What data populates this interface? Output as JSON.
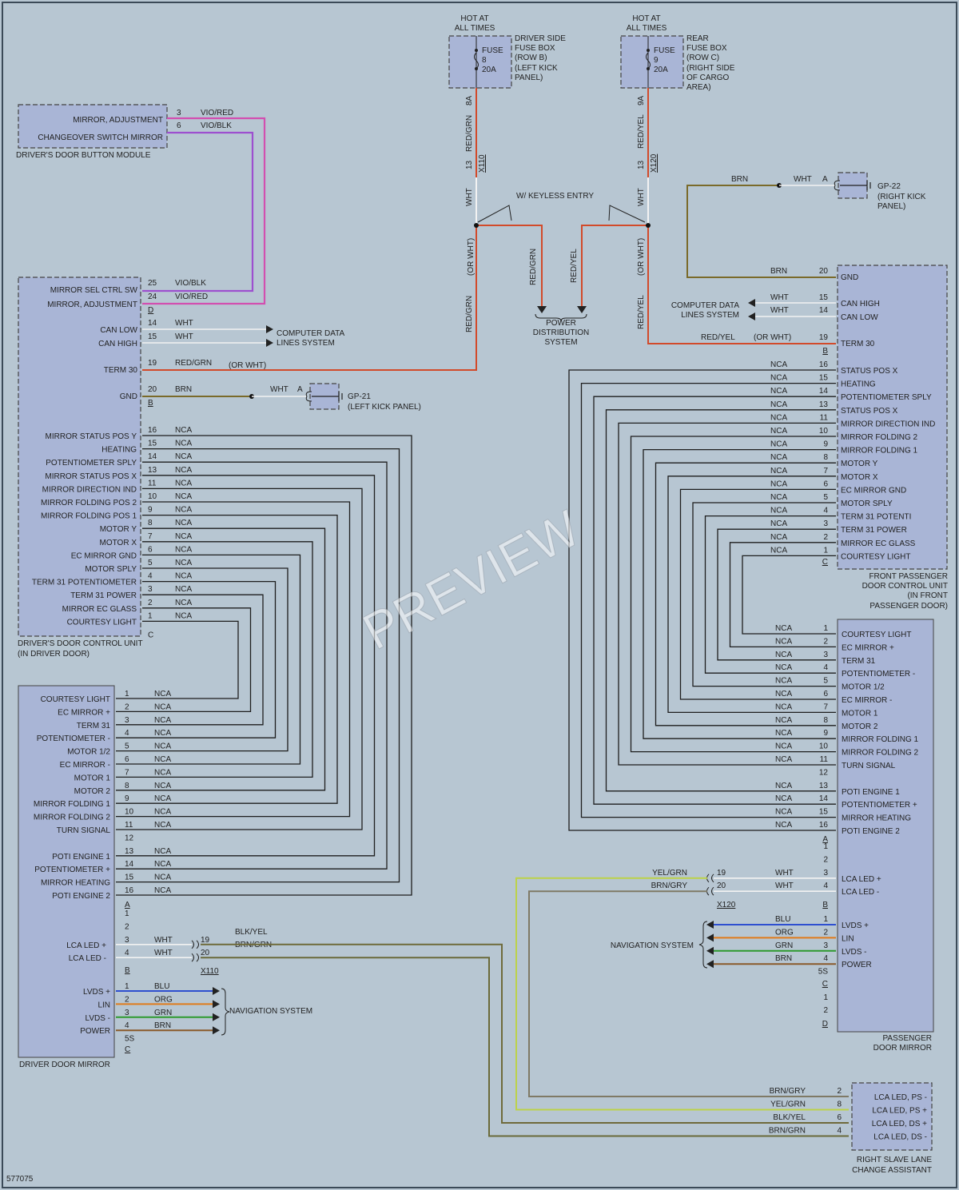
{
  "colors": {
    "background": "#b7c6d2",
    "component": "#a9b5d6",
    "vio_red": "#d24fb0",
    "vio_blk": "#9d4fcf",
    "red_wire": "#d24a2a",
    "brn_wire": "#7a6a2a",
    "wht_wire": "#f2f2f2",
    "nca_wire": "#1e1e1e",
    "blu": "#2e4fd0",
    "org": "#e07a1a",
    "grn": "#2e9a2e",
    "brn": "#8a5a2a",
    "yel_grn": "#bcd24a"
  },
  "figure_id": "577075",
  "watermark": "PREVIEW",
  "fuse_left": {
    "hot": [
      "HOT AT",
      "ALL TIMES"
    ],
    "fuse": [
      "FUSE",
      "8",
      "20A"
    ],
    "desc": [
      "DRIVER SIDE",
      "FUSE BOX",
      "(ROW B)",
      "(LEFT KICK",
      "PANEL)"
    ],
    "pin": "8A",
    "wire": "RED/GRN",
    "pin2": "13",
    "conn": "X110",
    "wht": "WHT",
    "orwht": "(OR WHT)",
    "redgrn": "RED/GRN",
    "redgrn2": "RED/GRN"
  },
  "fuse_right": {
    "hot": [
      "HOT AT",
      "ALL TIMES"
    ],
    "fuse": [
      "FUSE",
      "9",
      "20A"
    ],
    "desc": [
      "REAR",
      "FUSE BOX",
      "(ROW C)",
      "(RIGHT SIDE",
      "OF CARGO",
      "AREA)"
    ],
    "pin": "9A",
    "wire": "RED/YEL",
    "pin2": "13",
    "conn": "X120",
    "wht": "WHT",
    "orwht": "(OR WHT)",
    "redyel": "RED/YEL",
    "redyel2": "RED/YEL"
  },
  "keyless": "W/ KEYLESS ENTRY",
  "power_dist": [
    "POWER",
    "DISTRIBUTION",
    "SYSTEM"
  ],
  "button_module": {
    "name": "DRIVER'S DOOR BUTTON MODULE",
    "pins": [
      {
        "label": "MIRROR, ADJUSTMENT",
        "pin": "3",
        "wire": "VIO/RED"
      },
      {
        "label": "CHANGEOVER SWITCH MIRROR",
        "pin": "6",
        "wire": "VIO/BLK"
      }
    ]
  },
  "gp21": {
    "name": "GP-21",
    "loc": "(LEFT KICK PANEL)",
    "wire": "WHT",
    "pin": "A"
  },
  "gp22": {
    "name": "GP-22",
    "loc": [
      "(RIGHT KICK",
      "PANEL)"
    ],
    "wire": "WHT",
    "pin": "A",
    "brn": "BRN"
  },
  "ddcu": {
    "name": [
      "DRIVER'S DOOR CONTROL UNIT",
      "(IN DRIVER DOOR)"
    ],
    "top": [
      {
        "label": "MIRROR SEL CTRL SW",
        "pin": "25",
        "wire": "VIO/BLK"
      },
      {
        "label": "MIRROR, ADJUSTMENT",
        "pin": "24",
        "wire": "VIO/RED"
      },
      {
        "label": "",
        "pin": "D",
        "wire": ""
      },
      {
        "label": "CAN LOW",
        "pin": "14",
        "wire": "WHT"
      },
      {
        "label": "CAN HIGH",
        "pin": "15",
        "wire": "WHT"
      },
      {
        "label": "TERM 30",
        "pin": "19",
        "wire": "RED/GRN"
      },
      {
        "label": "GND",
        "pin": "20",
        "wire": "BRN"
      },
      {
        "label": "",
        "pin": "B",
        "wire": ""
      }
    ],
    "orwht": "(OR WHT)",
    "can": [
      "COMPUTER DATA",
      "LINES SYSTEM"
    ],
    "conn_c": "C",
    "rows": [
      {
        "label": "MIRROR STATUS POS Y",
        "pin": "16",
        "wire": "NCA"
      },
      {
        "label": "HEATING",
        "pin": "15",
        "wire": "NCA"
      },
      {
        "label": "POTENTIOMETER SPLY",
        "pin": "14",
        "wire": "NCA"
      },
      {
        "label": "MIRROR STATUS POS X",
        "pin": "13",
        "wire": "NCA"
      },
      {
        "label": "MIRROR DIRECTION IND",
        "pin": "11",
        "wire": "NCA"
      },
      {
        "label": "MIRROR FOLDING POS 2",
        "pin": "10",
        "wire": "NCA"
      },
      {
        "label": "MIRROR FOLDING POS 1",
        "pin": "9",
        "wire": "NCA"
      },
      {
        "label": "MOTOR Y",
        "pin": "8",
        "wire": "NCA"
      },
      {
        "label": "MOTOR X",
        "pin": "7",
        "wire": "NCA"
      },
      {
        "label": "EC MIRROR GND",
        "pin": "6",
        "wire": "NCA"
      },
      {
        "label": "MOTOR SPLY",
        "pin": "5",
        "wire": "NCA"
      },
      {
        "label": "TERM 31 POTENTIOMETER",
        "pin": "4",
        "wire": "NCA"
      },
      {
        "label": "TERM 31 POWER",
        "pin": "3",
        "wire": "NCA"
      },
      {
        "label": "MIRROR EC GLASS",
        "pin": "2",
        "wire": "NCA"
      },
      {
        "label": "COURTESY LIGHT",
        "pin": "1",
        "wire": "NCA"
      }
    ]
  },
  "dmirror": {
    "name": "DRIVER DOOR MIRROR",
    "rows": [
      {
        "label": "COURTESY LIGHT",
        "pin": "1",
        "wire": "NCA"
      },
      {
        "label": "EC MIRROR +",
        "pin": "2",
        "wire": "NCA"
      },
      {
        "label": "TERM 31",
        "pin": "3",
        "wire": "NCA"
      },
      {
        "label": "POTENTIOMETER -",
        "pin": "4",
        "wire": "NCA"
      },
      {
        "label": "MOTOR 1/2",
        "pin": "5",
        "wire": "NCA"
      },
      {
        "label": "EC MIRROR -",
        "pin": "6",
        "wire": "NCA"
      },
      {
        "label": "MOTOR 1",
        "pin": "7",
        "wire": "NCA"
      },
      {
        "label": "MOTOR 2",
        "pin": "8",
        "wire": "NCA"
      },
      {
        "label": "MIRROR FOLDING 1",
        "pin": "9",
        "wire": "NCA"
      },
      {
        "label": "MIRROR FOLDING 2",
        "pin": "10",
        "wire": "NCA"
      },
      {
        "label": "TURN SIGNAL",
        "pin": "11",
        "wire": "NCA"
      },
      {
        "label": "",
        "pin": "12",
        "wire": ""
      },
      {
        "label": "POTI ENGINE 1",
        "pin": "13",
        "wire": "NCA"
      },
      {
        "label": "POTENTIOMETER +",
        "pin": "14",
        "wire": "NCA"
      },
      {
        "label": "MIRROR HEATING",
        "pin": "15",
        "wire": "NCA"
      },
      {
        "label": "POTI ENGINE 2",
        "pin": "16",
        "wire": "NCA"
      }
    ],
    "conn_a": "A",
    "b": [
      {
        "label": "",
        "pin": "1",
        "wire": "",
        "cpin": "",
        "cwire": ""
      },
      {
        "label": "",
        "pin": "2",
        "wire": "",
        "cpin": "",
        "cwire": ""
      },
      {
        "label": "LCA LED +",
        "pin": "3",
        "wire": "WHT",
        "cpin": "19",
        "cwire": "BLK/YEL"
      },
      {
        "label": "LCA LED -",
        "pin": "4",
        "wire": "WHT",
        "cpin": "20",
        "cwire": "BRN/GRN"
      }
    ],
    "conn_b": "B",
    "conn_x": "X110",
    "c": [
      {
        "label": "LVDS +",
        "pin": "1",
        "wire": "BLU"
      },
      {
        "label": "LIN",
        "pin": "2",
        "wire": "ORG"
      },
      {
        "label": "LVDS -",
        "pin": "3",
        "wire": "GRN"
      },
      {
        "label": "POWER",
        "pin": "4",
        "wire": "BRN"
      },
      {
        "label": "",
        "pin": "5S",
        "wire": ""
      }
    ],
    "conn_c": "C",
    "nav": "NAVIGATION SYSTEM"
  },
  "fpdcu": {
    "name": [
      "FRONT PASSENGER",
      "DOOR CONTROL UNIT",
      "(IN FRONT",
      "PASSENGER DOOR)"
    ],
    "top": [
      {
        "label": "GND",
        "pin": "20",
        "wire": "BRN"
      },
      {
        "label": "CAN HIGH",
        "pin": "15",
        "wire": "WHT"
      },
      {
        "label": "CAN LOW",
        "pin": "14",
        "wire": "WHT"
      },
      {
        "label": "TERM 30",
        "pin": "19",
        "wire": "RED/YEL"
      }
    ],
    "orwht": "(OR WHT)",
    "can": [
      "COMPUTER DATA",
      "LINES SYSTEM"
    ],
    "conn_b": "B",
    "rows": [
      {
        "label": "STATUS POS X",
        "pin": "16",
        "wire": "NCA"
      },
      {
        "label": "HEATING",
        "pin": "15",
        "wire": "NCA"
      },
      {
        "label": "POTENTIOMETER SPLY",
        "pin": "14",
        "wire": "NCA"
      },
      {
        "label": "STATUS POS X",
        "pin": "13",
        "wire": "NCA"
      },
      {
        "label": "MIRROR DIRECTION IND",
        "pin": "11",
        "wire": "NCA"
      },
      {
        "label": "MIRROR FOLDING 2",
        "pin": "10",
        "wire": "NCA"
      },
      {
        "label": "MIRROR FOLDING 1",
        "pin": "9",
        "wire": "NCA"
      },
      {
        "label": "MOTOR Y",
        "pin": "8",
        "wire": "NCA"
      },
      {
        "label": "MOTOR X",
        "pin": "7",
        "wire": "NCA"
      },
      {
        "label": "EC MIRROR GND",
        "pin": "6",
        "wire": "NCA"
      },
      {
        "label": "MOTOR SPLY",
        "pin": "5",
        "wire": "NCA"
      },
      {
        "label": "TERM 31 POTENTI",
        "pin": "4",
        "wire": "NCA"
      },
      {
        "label": "TERM 31 POWER",
        "pin": "3",
        "wire": "NCA"
      },
      {
        "label": "MIRROR EC GLASS",
        "pin": "2",
        "wire": "NCA"
      },
      {
        "label": "COURTESY LIGHT",
        "pin": "1",
        "wire": "NCA"
      }
    ],
    "conn_c": "C"
  },
  "pmirror": {
    "name": [
      "PASSENGER",
      "DOOR MIRROR"
    ],
    "rows": [
      {
        "label": "COURTESY LIGHT",
        "pin": "1",
        "wire": "NCA"
      },
      {
        "label": "EC MIRROR +",
        "pin": "2",
        "wire": "NCA"
      },
      {
        "label": "TERM 31",
        "pin": "3",
        "wire": "NCA"
      },
      {
        "label": "POTENTIOMETER -",
        "pin": "4",
        "wire": "NCA"
      },
      {
        "label": "MOTOR 1/2",
        "pin": "5",
        "wire": "NCA"
      },
      {
        "label": "EC MIRROR -",
        "pin": "6",
        "wire": "NCA"
      },
      {
        "label": "MOTOR 1",
        "pin": "7",
        "wire": "NCA"
      },
      {
        "label": "MOTOR 2",
        "pin": "8",
        "wire": "NCA"
      },
      {
        "label": "MIRROR FOLDING 1",
        "pin": "9",
        "wire": "NCA"
      },
      {
        "label": "MIRROR FOLDING 2",
        "pin": "10",
        "wire": "NCA"
      },
      {
        "label": "TURN SIGNAL",
        "pin": "11",
        "wire": "NCA"
      },
      {
        "label": "",
        "pin": "12",
        "wire": ""
      },
      {
        "label": "POTI ENGINE 1",
        "pin": "13",
        "wire": "NCA"
      },
      {
        "label": "POTENTIOMETER +",
        "pin": "14",
        "wire": "NCA"
      },
      {
        "label": "MIRROR HEATING",
        "pin": "15",
        "wire": "NCA"
      },
      {
        "label": "POTI ENGINE 2",
        "pin": "16",
        "wire": "NCA"
      }
    ],
    "conn_a": "A",
    "b": [
      {
        "label": "",
        "pin": "1",
        "wire": "",
        "cpin": "",
        "cwire": ""
      },
      {
        "label": "",
        "pin": "2",
        "wire": "",
        "cpin": "",
        "cwire": ""
      },
      {
        "label": "LCA LED +",
        "pin": "3",
        "wire": "WHT",
        "cpin": "19",
        "cwire": "YEL/GRN"
      },
      {
        "label": "LCA LED -",
        "pin": "4",
        "wire": "WHT",
        "cpin": "20",
        "cwire": "BRN/GRY"
      }
    ],
    "conn_b": "B",
    "conn_x": "X120",
    "c": [
      {
        "label": "LVDS +",
        "pin": "1",
        "wire": "BLU"
      },
      {
        "label": "LIN",
        "pin": "2",
        "wire": "ORG"
      },
      {
        "label": "LVDS -",
        "pin": "3",
        "wire": "GRN"
      },
      {
        "label": "POWER",
        "pin": "4",
        "wire": "BRN"
      },
      {
        "label": "",
        "pin": "5S",
        "wire": ""
      }
    ],
    "conn_c": "C",
    "d": [
      {
        "pin": "1"
      },
      {
        "pin": "2"
      }
    ],
    "conn_d": "D",
    "nav": "NAVIGATION SYSTEM"
  },
  "lca": {
    "name": [
      "RIGHT SLAVE LANE",
      "CHANGE ASSISTANT"
    ],
    "rows": [
      {
        "label": "LCA LED, PS -",
        "pin": "2",
        "wire": "BRN/GRY"
      },
      {
        "label": "LCA LED, PS +",
        "pin": "8",
        "wire": "YEL/GRN"
      },
      {
        "label": "LCA LED, DS +",
        "pin": "6",
        "wire": "BLK/YEL"
      },
      {
        "label": "LCA LED, DS -",
        "pin": "4",
        "wire": "BRN/GRN"
      }
    ]
  }
}
